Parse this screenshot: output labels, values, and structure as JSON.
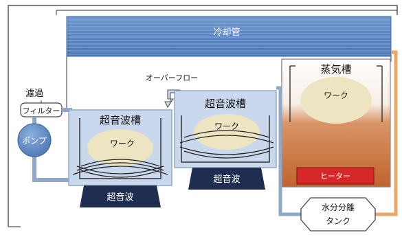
{
  "labels": {
    "cooling_pipe": "冷却管",
    "overflow": "オーバーフロー",
    "filtration": "濾過",
    "filter": "フィルター",
    "pump": "ポンプ",
    "ultrasonic_tank_1": "超音波槽",
    "ultrasonic_tank_2": "超音波槽",
    "work_1": "ワーク",
    "work_2": "ワーク",
    "work_3": "ワーク",
    "ultrasonic_1": "超音波",
    "ultrasonic_2": "超音波",
    "vapor_tank": "蒸気槽",
    "heater": "ヒーター",
    "separator_line1": "水分分離",
    "separator_line2": "タンク"
  },
  "colors": {
    "cooling": "#5b86c2",
    "pipe_blue": "#8fa8c8",
    "tank_water": "#c9d8ec",
    "transducer": "#1e2d50",
    "vapor_liquid": "#c9703a",
    "heater": "#d62828",
    "work": "#ede4c2",
    "pipe_orange": "#e8a86a"
  }
}
